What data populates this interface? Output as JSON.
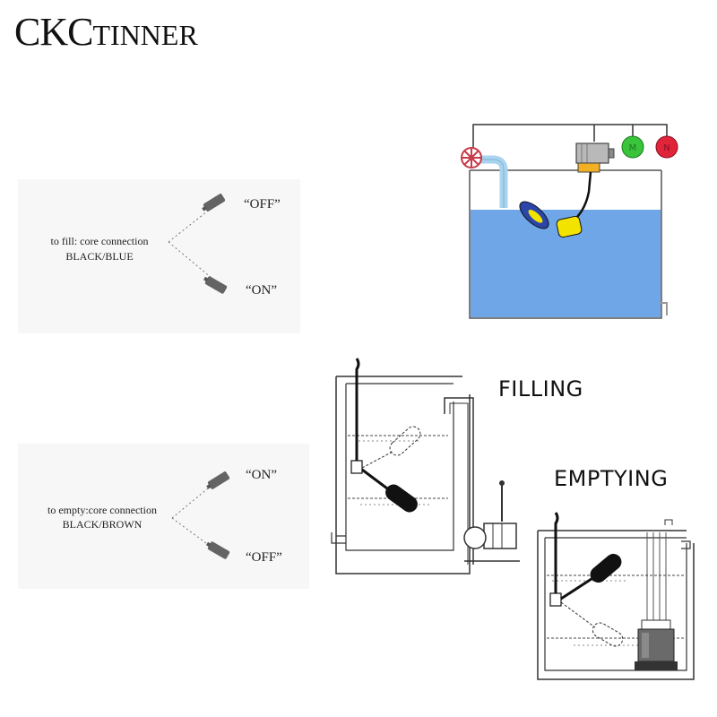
{
  "brand": {
    "prefix": "CKC",
    "suffix": "TINNER"
  },
  "fill_mode": {
    "label_line1": "to fill: core connection",
    "label_line2": "BLACK/BLUE",
    "upper_state": "“OFF”",
    "lower_state": "“ON”"
  },
  "empty_mode": {
    "label_line1": "to empty:core connection",
    "label_line2": "BLACK/BROWN",
    "upper_state": "“ON”",
    "lower_state": "“OFF”"
  },
  "diagrams": {
    "filling_title": "FILLING",
    "emptying_title": "EMPTYING"
  },
  "colors": {
    "water": "#6fa6e8",
    "pipe": "#a9d3ee",
    "float_yellow": "#f3e300",
    "float_blue": "#2b45a8",
    "lamp_green": "#39c43b",
    "lamp_red": "#e0243a",
    "switch_gray": "#6a6a6a"
  }
}
